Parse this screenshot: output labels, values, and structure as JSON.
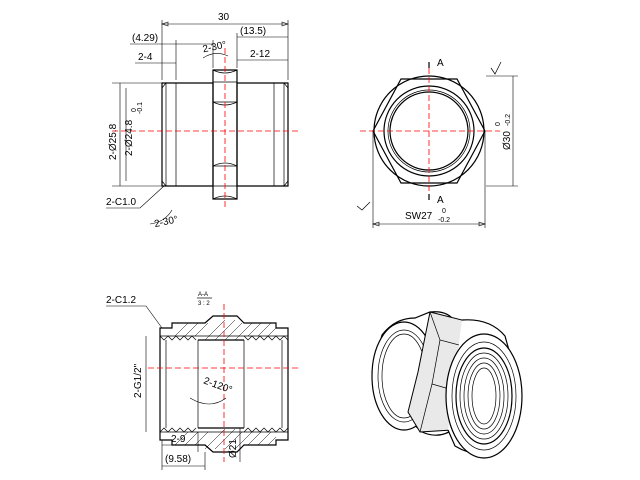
{
  "colors": {
    "lines": "#000000",
    "centerlines": "#ff0000",
    "background": "#ffffff"
  },
  "side_view": {
    "dim_overall": "30",
    "dim_right": "(13.5)",
    "dim_left_ref": "(4.29)",
    "dim_chamfer_len": "2-4",
    "dim_hex_right": "2-12",
    "angle_top": "2-30°",
    "angle_bottom": "2-30°",
    "dia_outer": "2-Ø25.8",
    "dia_inner": "2-Ø24.8",
    "tol_inner_upper": "0",
    "tol_inner_lower": "-0.1",
    "chamfer": "2-C1.0"
  },
  "end_view": {
    "section_top": "A",
    "section_bottom": "A",
    "dia_label": "Ø30",
    "tol_upper": "0",
    "tol_lower": "-0.2",
    "sw_label": "SW27",
    "sw_tol_upper": "0",
    "sw_tol_lower": "-0.2"
  },
  "section_view": {
    "section_title": "A-A",
    "scale": "3 : 2",
    "chamfer": "2-C1.2",
    "thread": "2-G1/2\"",
    "angle": "2-120°",
    "dim_depth": "2-9",
    "dim_ref": "(9.58)",
    "dia_bore": "Ø21"
  }
}
